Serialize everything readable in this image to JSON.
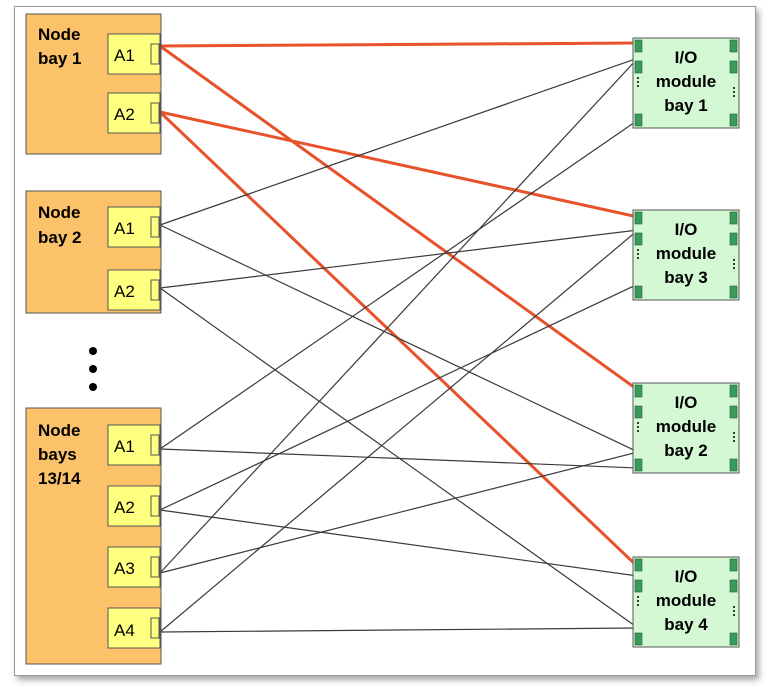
{
  "node_bays": [
    {
      "id": "n1",
      "lines": [
        "Node",
        "bay 1"
      ],
      "ports": [
        "A1",
        "A2"
      ]
    },
    {
      "id": "n2",
      "lines": [
        "Node",
        "bay 2"
      ],
      "ports": [
        "A1",
        "A2"
      ]
    },
    {
      "id": "n3",
      "lines": [
        "Node",
        "bays",
        "13/14"
      ],
      "ports": [
        "A1",
        "A2",
        "A3",
        "A4"
      ]
    }
  ],
  "io_modules": [
    {
      "id": "io1",
      "lines": [
        "I/O",
        "module",
        "bay 1"
      ]
    },
    {
      "id": "io3",
      "lines": [
        "I/O",
        "module",
        "bay 3"
      ]
    },
    {
      "id": "io2",
      "lines": [
        "I/O",
        "module",
        "bay 2"
      ]
    },
    {
      "id": "io4",
      "lines": [
        "I/O",
        "module",
        "bay 4"
      ]
    }
  ],
  "colors": {
    "node_fill": "#fbc26a",
    "port_fill": "#ffff80",
    "io_fill": "#d4f7d4",
    "io_connector": "#3a9a5a",
    "highlight_link": "#e8522a",
    "normal_link": "#3a3a3a"
  },
  "links": [
    {
      "from": "n1.A1",
      "to": "io1",
      "highlight": true
    },
    {
      "from": "n1.A1",
      "to": "io2",
      "highlight": true
    },
    {
      "from": "n1.A2",
      "to": "io3",
      "highlight": true
    },
    {
      "from": "n1.A2",
      "to": "io4",
      "highlight": true
    },
    {
      "from": "n2.A1",
      "to": "io1",
      "highlight": false
    },
    {
      "from": "n2.A1",
      "to": "io2",
      "highlight": false
    },
    {
      "from": "n2.A2",
      "to": "io3",
      "highlight": false
    },
    {
      "from": "n2.A2",
      "to": "io4",
      "highlight": false
    },
    {
      "from": "n3.A1",
      "to": "io1",
      "highlight": false
    },
    {
      "from": "n3.A1",
      "to": "io2",
      "highlight": false
    },
    {
      "from": "n3.A2",
      "to": "io3",
      "highlight": false
    },
    {
      "from": "n3.A2",
      "to": "io4",
      "highlight": false
    },
    {
      "from": "n3.A3",
      "to": "io1",
      "highlight": false
    },
    {
      "from": "n3.A3",
      "to": "io2",
      "highlight": false
    },
    {
      "from": "n3.A4",
      "to": "io3",
      "highlight": false
    },
    {
      "from": "n3.A4",
      "to": "io4",
      "highlight": false
    }
  ]
}
